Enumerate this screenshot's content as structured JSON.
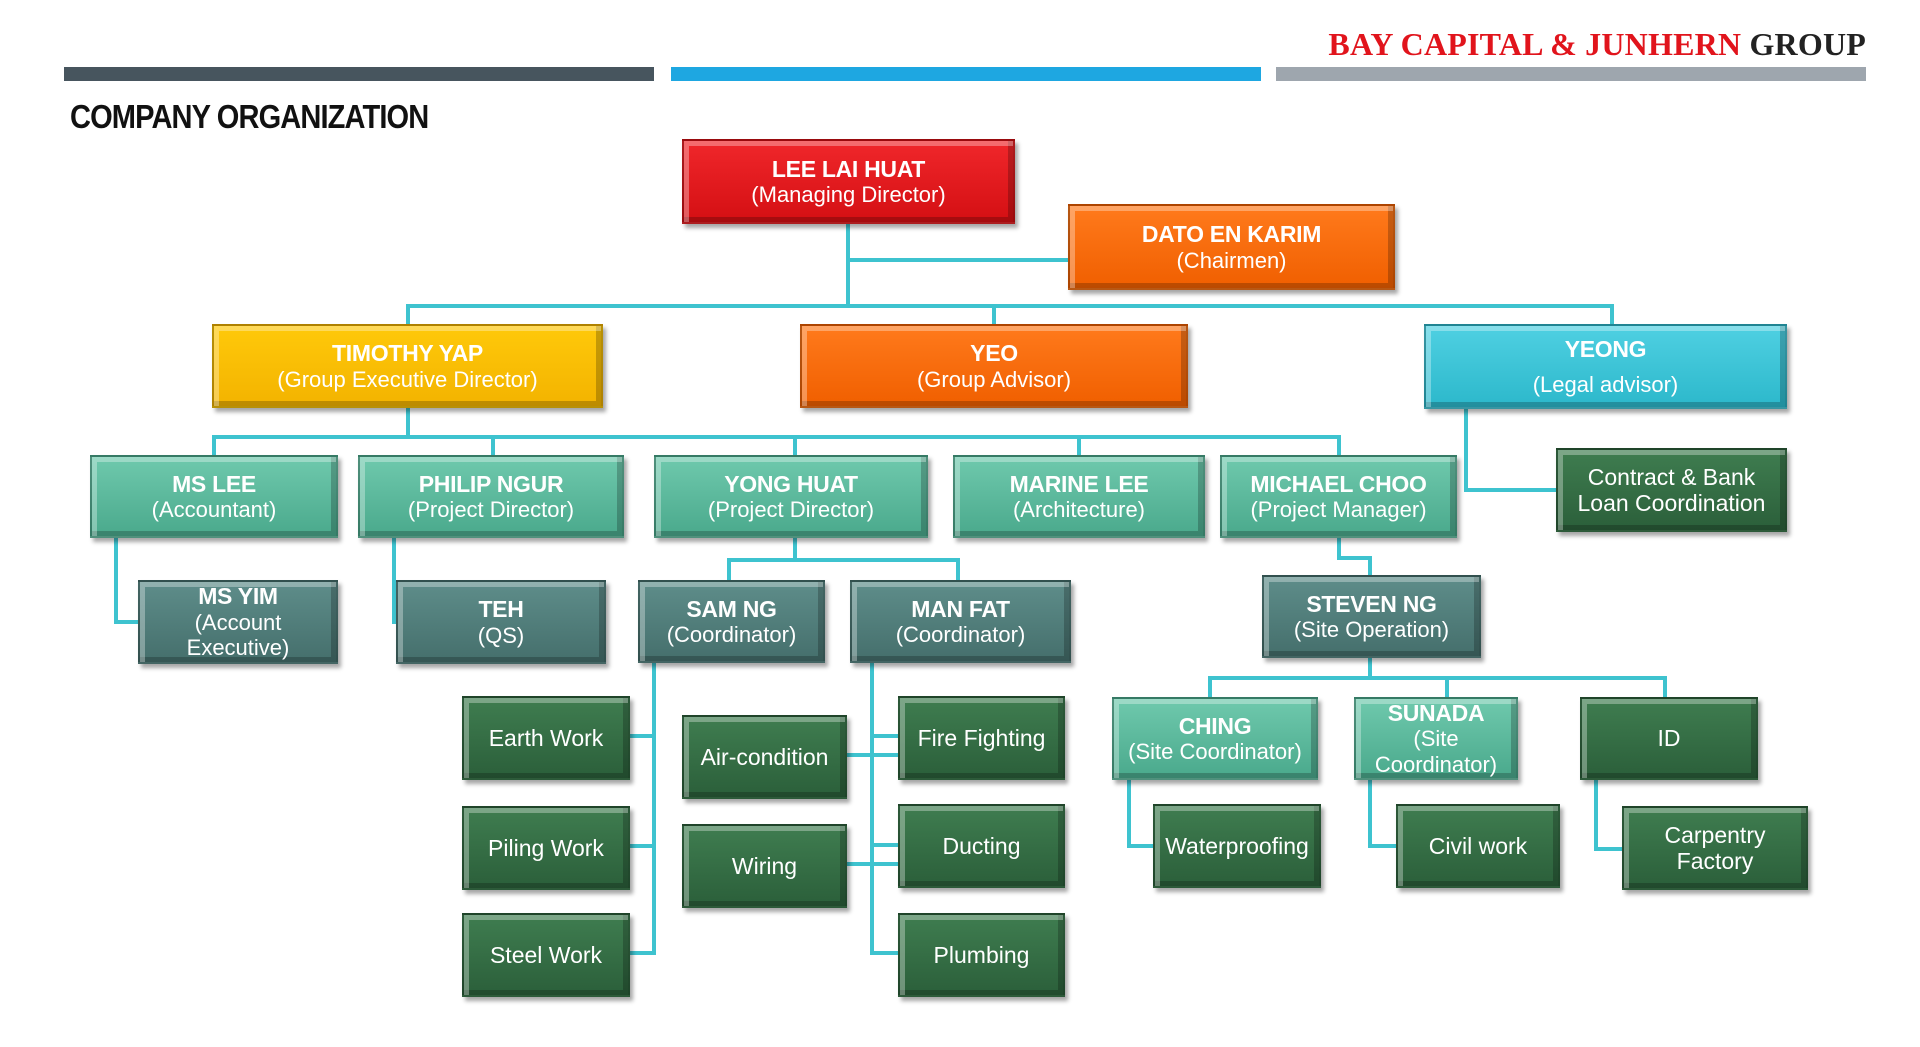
{
  "header": {
    "brand_red": "BAY CAPITAL & JUNHERN",
    "brand_black": "GROUP",
    "page_title": "COMPANY ORGANIZATION"
  },
  "org": {
    "managing_director": {
      "name": "LEE LAI HUAT",
      "role": "(Managing Director)"
    },
    "chairman": {
      "name": "DATO EN KARIM",
      "role": "(Chairmen)"
    },
    "group_executive_director": {
      "name": "TIMOTHY YAP",
      "role": "(Group Executive Director)"
    },
    "group_advisor": {
      "name": "YEO",
      "role": "(Group Advisor)"
    },
    "legal_advisor": {
      "name": "YEONG",
      "role": "(Legal advisor)"
    },
    "contract_bank": {
      "line1": "Contract & Bank",
      "line2": "Loan Coordination"
    },
    "ms_lee": {
      "name": "MS LEE",
      "role": "(Accountant)"
    },
    "philip_ngur": {
      "name": "PHILIP NGUR",
      "role": "(Project Director)"
    },
    "yong_huat": {
      "name": "YONG HUAT",
      "role": "(Project Director)"
    },
    "marine_lee": {
      "name": "MARINE LEE",
      "role": "(Architecture)"
    },
    "michael_choo": {
      "name": "MICHAEL CHOO",
      "role": "(Project Manager)"
    },
    "ms_yim": {
      "name": "MS YIM",
      "role1": "(Account",
      "role2": "Executive)"
    },
    "teh": {
      "name": "TEH",
      "role": "(QS)"
    },
    "sam_ng": {
      "name": "SAM NG",
      "role": "(Coordinator)"
    },
    "man_fat": {
      "name": "MAN FAT",
      "role": "(Coordinator)"
    },
    "steven_ng": {
      "name": "STEVEN NG",
      "role": "(Site Operation)"
    },
    "ching": {
      "name": "CHING",
      "role": "(Site Coordinator)"
    },
    "sunada": {
      "name": "SUNADA",
      "role1": "(Site",
      "role2": "Coordinator)"
    },
    "id": {
      "name": "ID"
    },
    "earth_work": "Earth Work",
    "piling_work": "Piling Work",
    "steel_work": "Steel Work",
    "air_condition": "Air-condition",
    "wiring": "Wiring",
    "fire_fighting": "Fire Fighting",
    "ducting": "Ducting",
    "plumbing": "Plumbing",
    "waterproofing": "Waterproofing",
    "civil_work": "Civil work",
    "carpentry": {
      "line1": "Carpentry",
      "line2": "Factory"
    }
  },
  "colors": {
    "connector": "#3ec3cf",
    "red": "#e3191d",
    "orange": "#f86a0c",
    "yellow": "#fbbe05",
    "cyan": "#3cc4d7",
    "teal": "#5bb89b",
    "slate": "#527e7b",
    "green": "#346c45"
  }
}
